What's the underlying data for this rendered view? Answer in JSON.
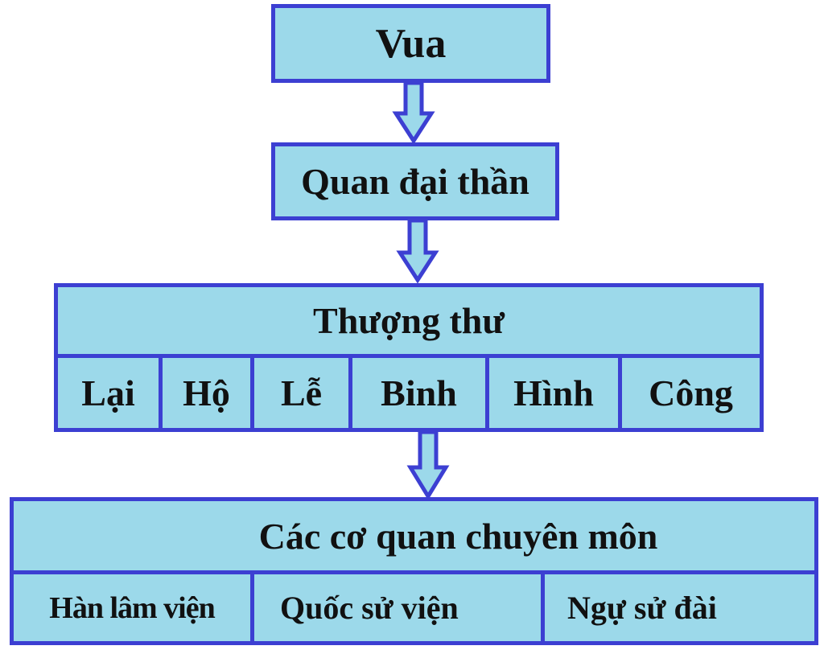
{
  "diagram": {
    "colors": {
      "fill": "#9cd9ea",
      "border": "#3c3fd2",
      "text": "#111111"
    },
    "king": {
      "label": "Vua"
    },
    "ministers": {
      "label": "Quan đại thần"
    },
    "secretaries": {
      "label": "Thượng thư",
      "ministries": [
        {
          "label": "Lại"
        },
        {
          "label": "Hộ"
        },
        {
          "label": "Lễ"
        },
        {
          "label": "Binh"
        },
        {
          "label": "Hình"
        },
        {
          "label": "Công"
        }
      ]
    },
    "agencies": {
      "label": "Các cơ quan chuyên môn",
      "items": [
        {
          "label": "Hàn lâm viện"
        },
        {
          "label": "Quốc sử viện"
        },
        {
          "label": "Ngự sử đài"
        }
      ]
    },
    "arrows": [
      {
        "from": "Vua",
        "to": "Quan đại thần",
        "icon": "down-arrow-icon"
      },
      {
        "from": "Quan đại thần",
        "to": "Thượng thư",
        "icon": "down-arrow-icon"
      },
      {
        "from": "Thượng thư",
        "to": "Các cơ quan chuyên môn",
        "icon": "down-arrow-icon"
      }
    ]
  }
}
